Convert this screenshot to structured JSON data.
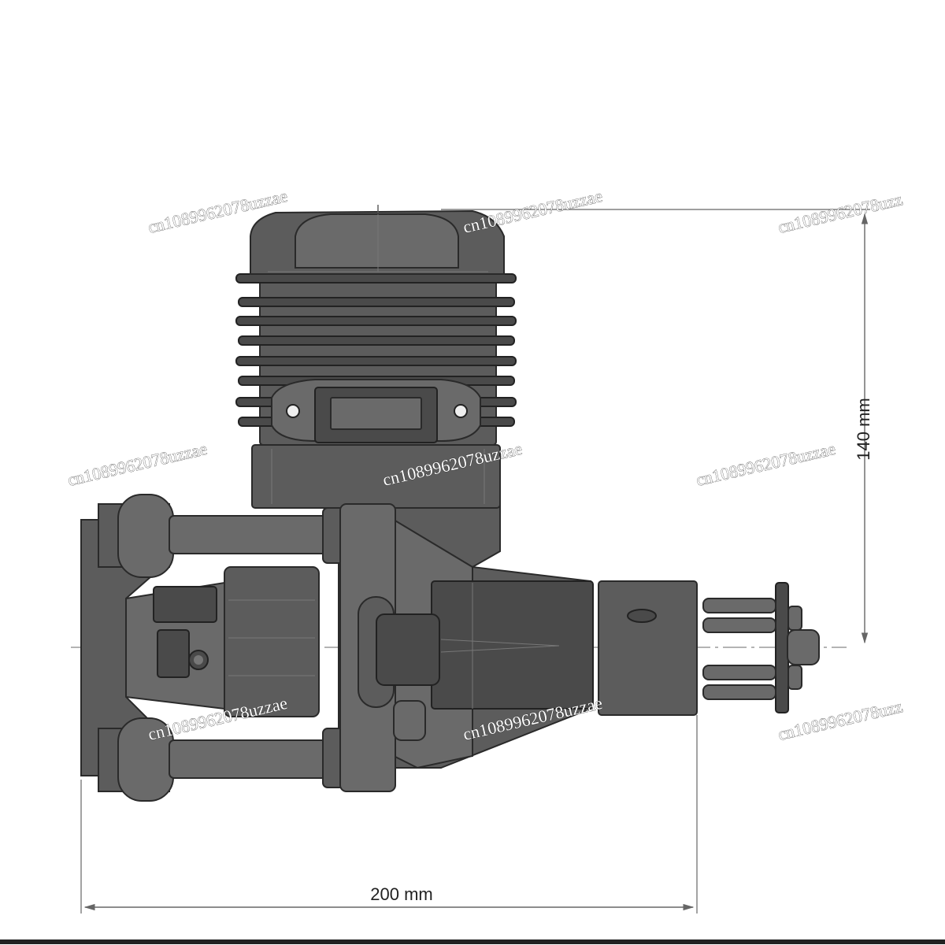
{
  "dimensions": {
    "height_label": "140 mm",
    "width_label": "200 mm"
  },
  "watermarks": [
    "cn1089962078uzzae",
    "cn1089962078uzzae",
    "cn1089962078uzz",
    "cn1089962078uzzae",
    "cn1089962078uzzae",
    "cn1089962078uzzae",
    "cn1089962078uzzae",
    "cn1089962078uzzae",
    "cn1089962078uzz"
  ],
  "colors": {
    "engine_body": "#5c5c5c",
    "outline": "#2a2a2a",
    "background": "#ffffff"
  }
}
